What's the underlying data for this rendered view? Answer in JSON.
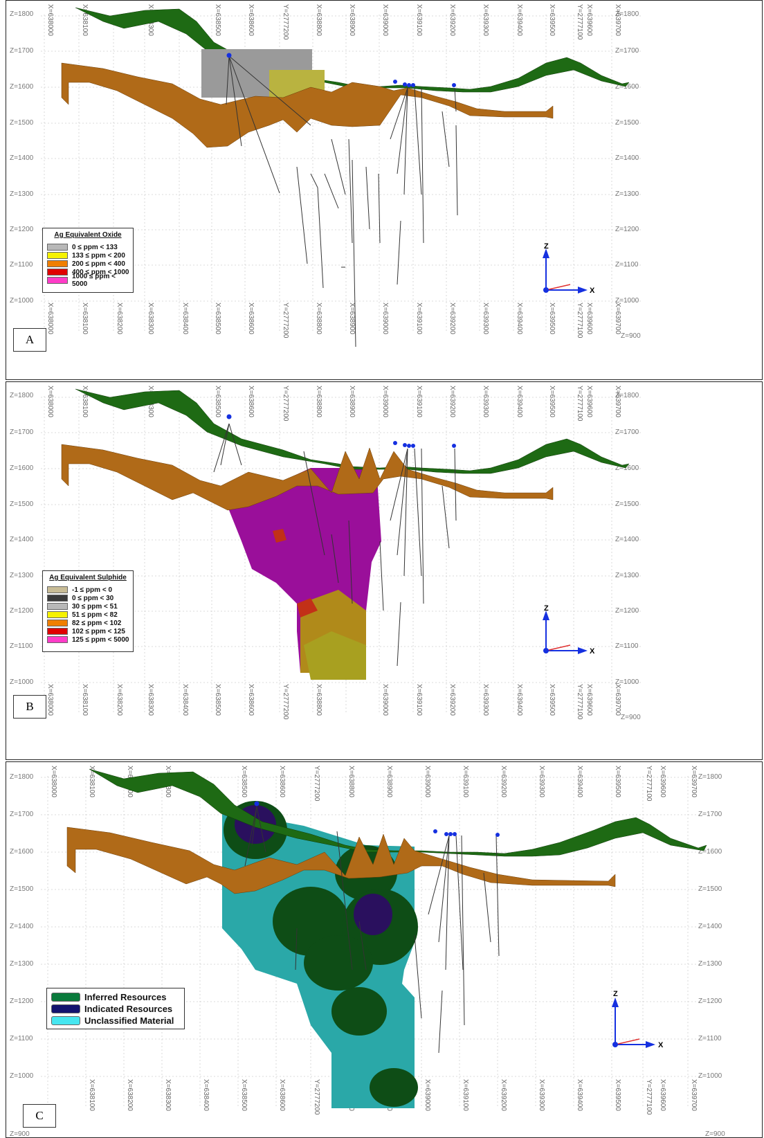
{
  "z_ticks": [
    "Z=1800",
    "Z=1700",
    "Z=1600",
    "Z=1500",
    "Z=1400",
    "Z=1300",
    "Z=1200",
    "Z=1100",
    "Z=1000",
    "Z=900"
  ],
  "x_ticks": [
    "X=638000",
    "X=638100",
    "X=638200",
    "X=638300",
    "X=638400",
    "X=638500",
    "X=638600",
    "Y=2777200",
    "X=638800",
    "X=638900",
    "X=639000",
    "X=639100",
    "X=639200",
    "X=639300",
    "X=639400",
    "X=639500",
    "Y=2777100",
    "X=639600",
    "X=639700"
  ],
  "panels": {
    "a": {
      "letter": "A",
      "legend_title": "Ag Equivalent Oxide",
      "legend": [
        {
          "label": "0  ≤ ppm < 133",
          "color": "#b8b8b8"
        },
        {
          "label": "133 ≤ ppm < 200",
          "color": "#f6f200"
        },
        {
          "label": "200 ≤ ppm < 400",
          "color": "#f07f00"
        },
        {
          "label": "400 ≤ ppm < 1000",
          "color": "#e00000"
        },
        {
          "label": "1000 ≤ ppm < 5000",
          "color": "#ff3cc8"
        }
      ]
    },
    "b": {
      "letter": "B",
      "legend_title": "Ag Equivalent Sulphide",
      "legend": [
        {
          "label": "-1  ≤ ppm < 0",
          "color": "#c8bc96"
        },
        {
          "label": "0  ≤ ppm < 30",
          "color": "#3c3c3c"
        },
        {
          "label": "30  ≤ ppm < 51",
          "color": "#b8b8b8"
        },
        {
          "label": "51  ≤ ppm < 82",
          "color": "#f6f200"
        },
        {
          "label": "82  ≤ ppm < 102",
          "color": "#f07f00"
        },
        {
          "label": "102 ≤ ppm < 125",
          "color": "#e00000"
        },
        {
          "label": "125 ≤ ppm < 5000",
          "color": "#ff3cc8"
        }
      ]
    },
    "c": {
      "letter": "C",
      "legend": [
        {
          "label": "Inferred Resources",
          "color": "#0a7a3c"
        },
        {
          "label": "Indicated Resources",
          "color": "#12126e"
        },
        {
          "label": "Unclassified Material",
          "color": "#46e6f0"
        }
      ]
    }
  },
  "axes": {
    "z": "Z",
    "x": "X"
  },
  "colors": {
    "topography": "#1e6a14",
    "oxide_base": "#b06a18",
    "sulphide_body": "#9a0f9a",
    "inferred": "#0e4d16",
    "indicated": "#2a105e",
    "unclassified": "#2aa8a8",
    "collar": "#1530e0"
  }
}
